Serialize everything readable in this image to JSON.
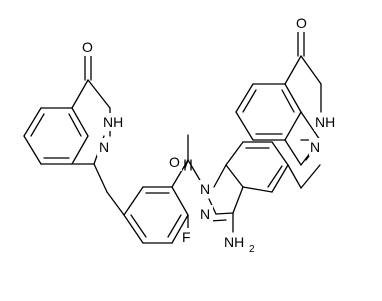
{
  "structure": {
    "atoms": {
      "o_left": "O",
      "nh_left": "NH",
      "n_left": "N",
      "o_carbonyl": "O",
      "n1_indazole": "N",
      "n2_indazole": "N",
      "f": "F",
      "nh2_main": "NH",
      "nh2_sub": "2",
      "o_right": "O",
      "nh_right": "NH",
      "n_right": "N"
    }
  },
  "colors": {
    "bond": "#000000",
    "text": "#000000",
    "background": "#ffffff"
  }
}
